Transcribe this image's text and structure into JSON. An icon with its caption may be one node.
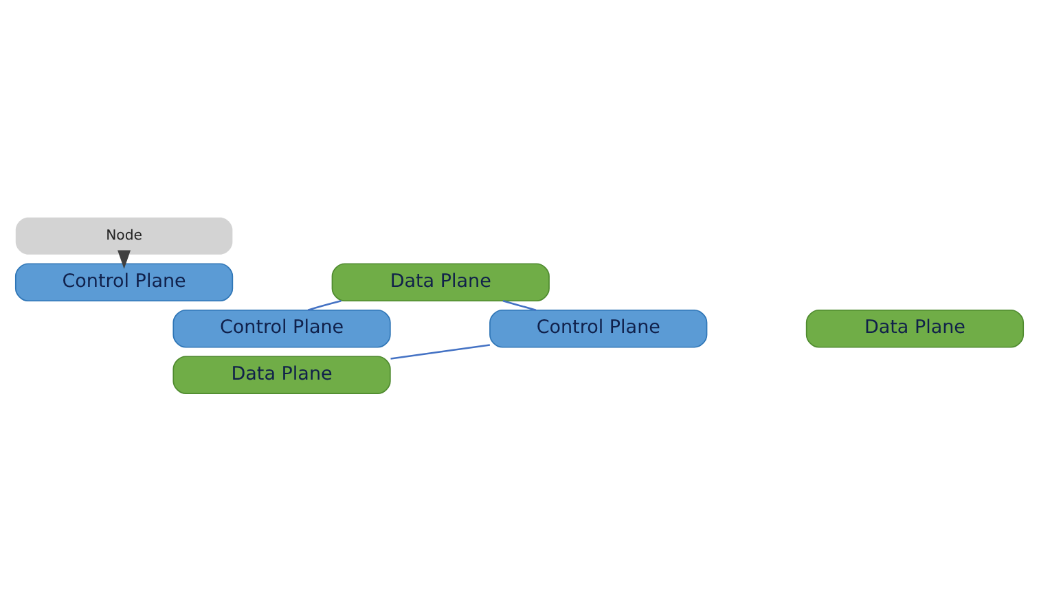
{
  "diagram": {
    "nodes": [
      {
        "text": [
          "Node"
        ]
      },
      {
        "text": [
          "Control Plane"
        ]
      },
      {
        "text": [
          "Data Plane"
        ]
      },
      {
        "text": [
          "Control Plane"
        ]
      },
      {
        "text": [
          "Data Plane"
        ]
      },
      {
        "text": [
          "Control Plane"
        ]
      },
      {
        "text": [
          "Data Plane"
        ]
      }
    ],
    "edges": [
      {
        "from": 0,
        "to": 1,
        "arrow": "to",
        "color": "#404040",
        "style": "thick"
      },
      {
        "from": 2,
        "to": 3,
        "arrow": "none"
      },
      {
        "from": 2,
        "to": 5,
        "arrow": "none"
      },
      {
        "from": 5,
        "to": 4,
        "arrow": "none"
      }
    ]
  }
}
